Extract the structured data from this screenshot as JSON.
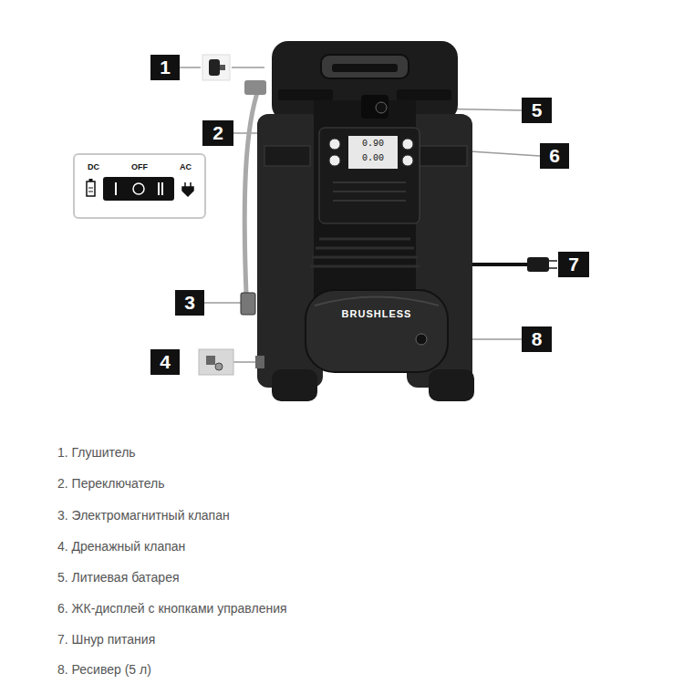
{
  "diagram": {
    "nodes": [
      {
        "text": [
          "DC",
          "OFF",
          "AC"
        ]
      }
    ],
    "labels": [
      "1",
      "2",
      "3",
      "4",
      "5",
      "6",
      "7",
      "8",
      "0.90",
      "0.00",
      "BRUSHLESS",
      "1. Глушитель",
      "2. Переключатель",
      "3. Электромагнитный клапан",
      "4. Дренажный клапан",
      "5. Литиевая батарея",
      "6. ЖК-дисплей с кнопками управления",
      "7. Шнур питания",
      "8. Ресивер (5 л)"
    ]
  }
}
